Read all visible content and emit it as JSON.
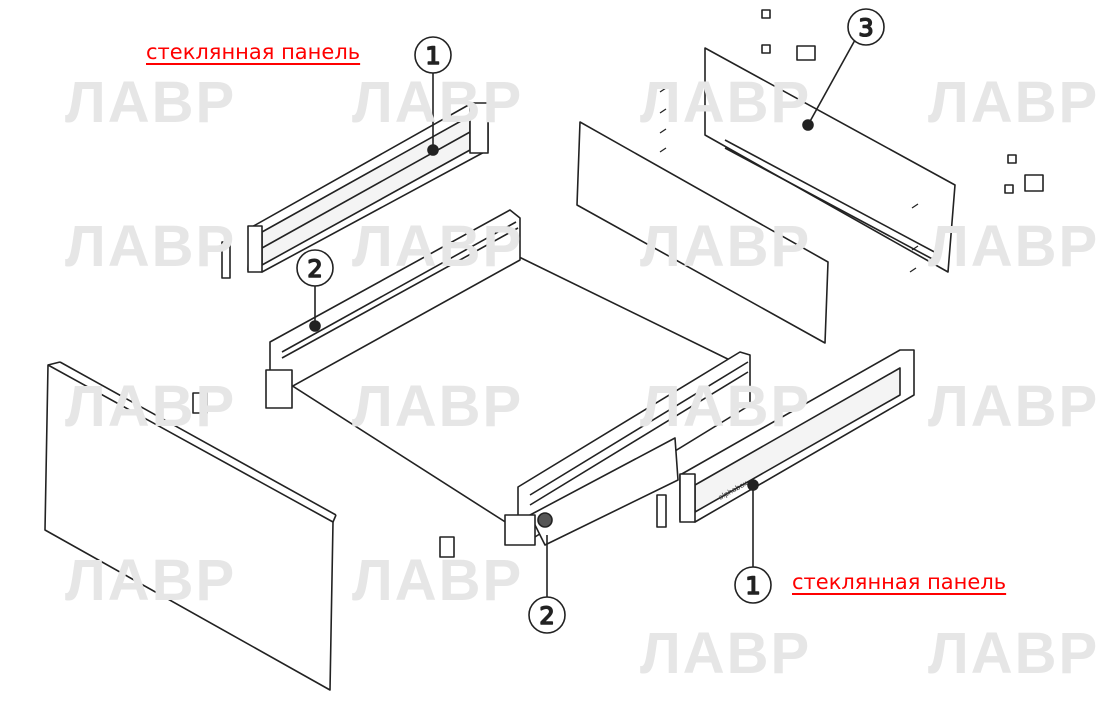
{
  "watermark": {
    "text": "ЛАВР"
  },
  "labels": {
    "top_left": "стеклянная панель",
    "bottom_right": "стеклянная панель"
  },
  "callouts": [
    {
      "id": "glass-panel-top",
      "number": "1"
    },
    {
      "id": "drawer-side-left",
      "number": "2"
    },
    {
      "id": "back-panel",
      "number": "3"
    },
    {
      "id": "glass-panel-bottom",
      "number": "1"
    },
    {
      "id": "drawer-side-right",
      "number": "2"
    }
  ],
  "rail_marking": "alphabox",
  "colors": {
    "label": "#ff0000",
    "line": "#222222",
    "watermark": "#e6e6e6"
  }
}
